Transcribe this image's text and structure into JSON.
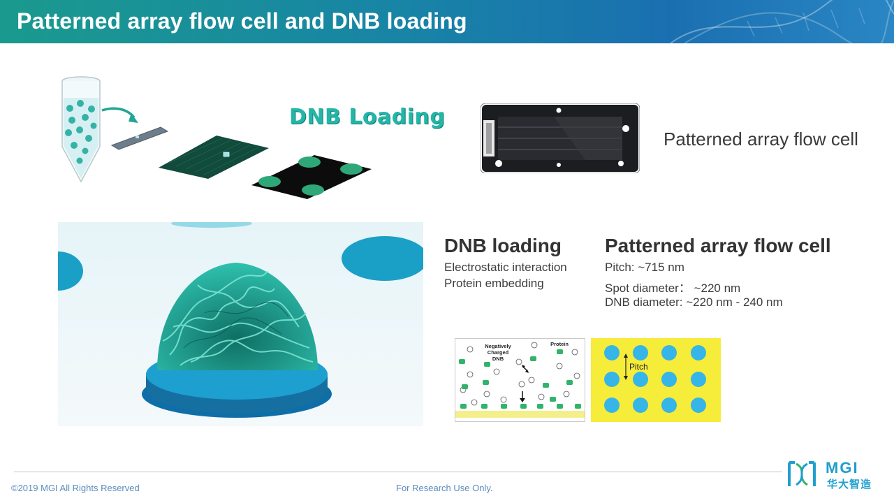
{
  "header": {
    "title": "Patterned array flow cell and DNB loading"
  },
  "top_left": {
    "title": "DNB Loading"
  },
  "top_right": {
    "label": "Patterned array flow cell"
  },
  "dnb_section": {
    "heading": "DNB loading",
    "lines": [
      "Electrostatic interaction",
      "Protein embedding"
    ]
  },
  "flowcell_section": {
    "heading": "Patterned array flow cell",
    "lines": [
      "Pitch: ~715 nm",
      "Spot diameter： ~220 nm",
      "DNB diameter: ~220 nm - 240 nm"
    ]
  },
  "diagram_charge": {
    "label_dnb": [
      "Negatively",
      "Charged",
      "DNB"
    ],
    "label_protein": "Protein"
  },
  "diagram_pitch": {
    "label": "Pitch"
  },
  "footer": {
    "copyright": "©2019 MGI All Rights Reserved",
    "notice": "For Research Use Only.",
    "logo_text": "MGI",
    "logo_cn": "华大智造"
  },
  "colors": {
    "header_start": "#1a9a8e",
    "header_end": "#2a86c4",
    "accent_teal": "#23b6a8",
    "pitch_bg": "#f6ec3a",
    "spot_blue": "#35b5e8",
    "logo_blue": "#1f9fcf"
  }
}
